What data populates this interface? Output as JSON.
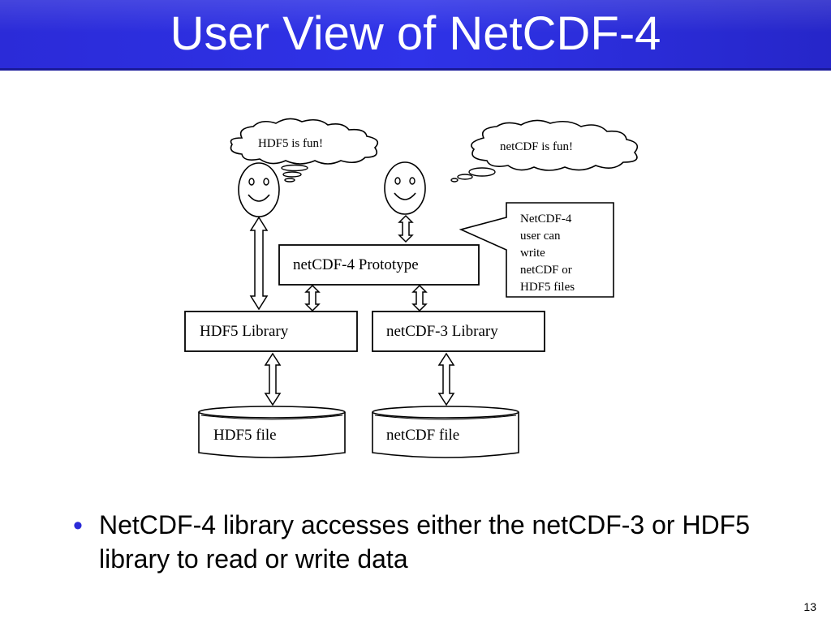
{
  "slide": {
    "title": "User View of NetCDF-4",
    "page_number": "13"
  },
  "diagram": {
    "thought_left": "HDF5 is fun!",
    "thought_right": "netCDF is fun!",
    "callout": [
      "NetCDF-4",
      "user can",
      "write",
      "netCDF or",
      "HDF5 files"
    ],
    "prototype_box": "netCDF-4 Prototype",
    "hdf5_library_box": "HDF5 Library",
    "netcdf3_library_box": "netCDF-3 Library",
    "hdf5_file": "HDF5 file",
    "netcdf_file": "netCDF file"
  },
  "bullets": [
    "NetCDF-4 library accesses either the netCDF-3 or HDF5 library to read or write data"
  ],
  "colors": {
    "title_bar": "#2b2bd8",
    "bullet": "#2b2bd8"
  }
}
